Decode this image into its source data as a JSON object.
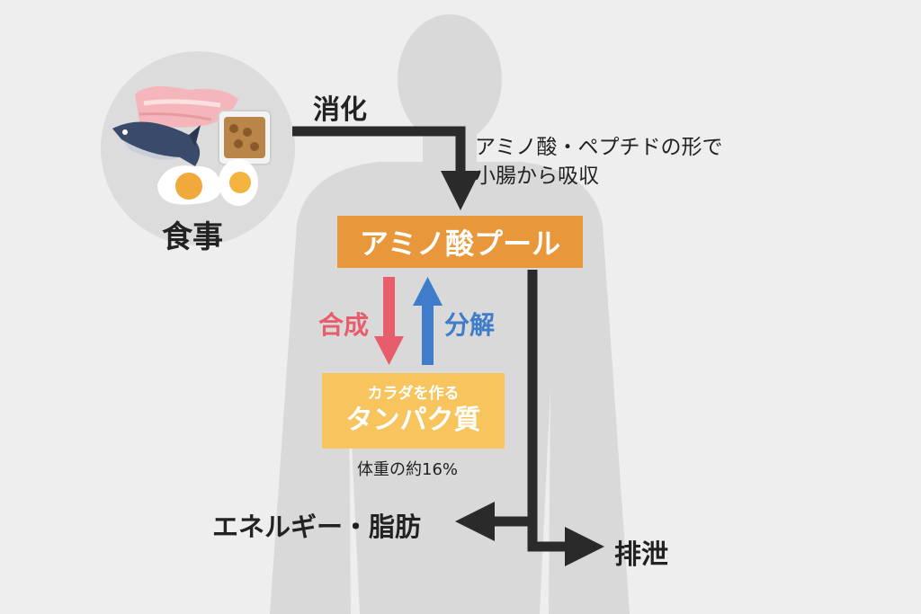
{
  "colors": {
    "background": "#eeeeee",
    "silhouette": "#d9d9d9",
    "food_circle": "#dcdcdc",
    "flow_arrow": "#2a2a2a",
    "pool_box": "#e8973b",
    "protein_box": "#f7c45e",
    "synthesis": "#e85d6c",
    "breakdown": "#3f7cc9"
  },
  "food": {
    "label": "食事",
    "icons": [
      "meat-icon",
      "fish-icon",
      "natto-icon",
      "egg-icon"
    ]
  },
  "digestion": {
    "label": "消化",
    "note_line1": "アミノ酸・ペプチドの形で",
    "note_line2": "小腸から吸収"
  },
  "pool": {
    "label": "アミノ酸プール"
  },
  "synthesis": {
    "label": "合成"
  },
  "breakdown": {
    "label": "分解"
  },
  "protein": {
    "subtitle": "カラダを作る",
    "title": "タンパク質",
    "note": "体重の約16%"
  },
  "outputs": {
    "energy": "エネルギー・脂肪",
    "excretion": "排泄"
  }
}
